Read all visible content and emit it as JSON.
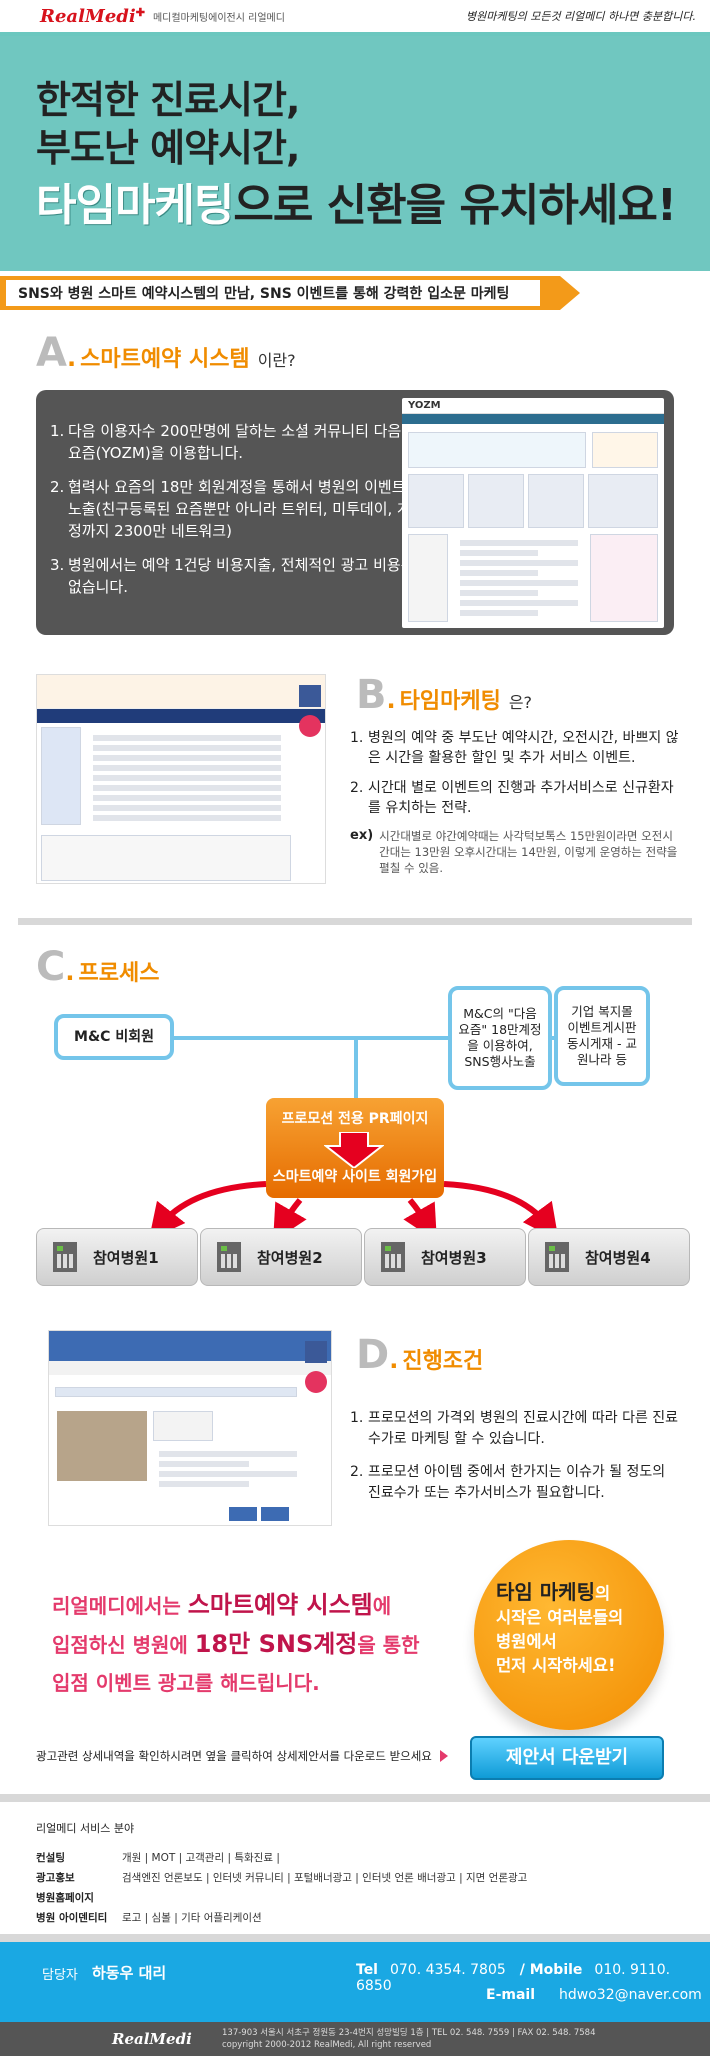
{
  "header": {
    "logo": "RealMedi",
    "logo_sub": "메디컬마케팅에이전시 리얼메디",
    "slogan": "병원마케팅의 모든것 리얼메디 하나면 충분합니다."
  },
  "hero": {
    "line1": "한적한 진료시간,",
    "line2": "부도난 예약시간,",
    "line3_highlight": "타임마케팅",
    "line3_rest": "으로 신환을 유치하세요!"
  },
  "ribbon": "SNS와 병원 스마트 예약시스템의 만남, SNS 이벤트를 통해 강력한 입소문 마케팅",
  "section_a": {
    "letter": "A",
    "title": "스마트예약 시스템",
    "suffix": "이란?",
    "items": [
      {
        "num": "1.",
        "text": "다음 이용자수 200만명에 달하는 소셜 커뮤니티 다음의 요즘(YOZM)을 이용합니다."
      },
      {
        "num": "2.",
        "text": "협력사 요즘의 18만 회원계정을 통해서 병원의 이벤트 노출(친구등록된 요즘뿐만 아니라 트위터, 미투데이, 계정까지 2300만 네트워크)"
      },
      {
        "num": "3.",
        "text": "병원에서는 예약 1건당 비용지출, 전체적인 광고 비용은 없습니다."
      }
    ],
    "shot_logo": "YOZM"
  },
  "section_b": {
    "letter": "B",
    "title": "타임마케팅",
    "suffix": "은?",
    "items": [
      {
        "num": "1.",
        "text": "병원의 예약 중 부도난 예약시간, 오전시간, 바쁘지 않은 시간을 활용한 할인 및 추가 서비스 이벤트."
      },
      {
        "num": "2.",
        "text": "시간대 별로 이벤트의 진행과 추가서비스로 신규환자를 유치하는 전략."
      }
    ],
    "ex_label": "ex)",
    "ex_text": "시간대별로 야간예약때는 사각턱보톡스 15만원이라면 오전시간대는 13만원 오후시간대는 14만원, 이렇게 운영하는 전략을 펼칠 수 있음."
  },
  "section_c": {
    "letter": "C",
    "title": "프로세스",
    "mc": "M&C 비회원",
    "yozm_box": "M&C의 \"다음 요즘\" 18만계정을 이용하여, SNS행사노출",
    "welfare_box": "기업 복지몰 이벤트게시판 동시게재 - 교원나라 등",
    "pr_top": "프로모션 전용 PR페이지",
    "pr_bottom": "스마트예약 사이트 회원가입",
    "hospitals": [
      "참여병원1",
      "참여병원2",
      "참여병원3",
      "참여병원4"
    ]
  },
  "section_d": {
    "letter": "D",
    "title": "진행조건",
    "items": [
      {
        "num": "1.",
        "text": "프로모션의 가격외 병원의 진료시간에 따라 다른 진료수가로 마케팅 할 수 있습니다."
      },
      {
        "num": "2.",
        "text": "프로모션 아이템 중에서 한가지는 이슈가 될 정도의 진료수가 또는 추가서비스가 필요합니다."
      }
    ]
  },
  "promo": {
    "p1": "리얼메디에서는 ",
    "p1_big": "스마트예약 시스템",
    "p1_end": "에",
    "p2": "입점하신 병원에 ",
    "p2_big": "18만 SNS계정",
    "p2_end": "을 통한",
    "p3": "입점 이벤트 광고를 해드립니다."
  },
  "circle": {
    "hl": "타임 마케팅",
    "l1_end": "의",
    "l2": "시작은 여러분들의",
    "l3": "병원에서",
    "l4": "먼저 시작하세요!"
  },
  "note": "광고관련 상세내역을 확인하시려면 옆을 클릭하여 상세제안서를 다운로드 받으세요",
  "download_button": "제안서 다운받기",
  "services": {
    "title": "리얼메디 서비스 분야",
    "rows": [
      {
        "k": "컨설팅",
        "v": "개원 | MOT | 고객관리 | 특화진료 |"
      },
      {
        "k": "광고홍보",
        "v": "검색엔진 언론보도 | 인터넷 커뮤니티 | 포털배너광고 | 인터넷 언론 배너광고 | 지면 언론광고"
      },
      {
        "k": "병원홈페이지",
        "v": ""
      },
      {
        "k": "병원 아이덴티티",
        "v": "로고 | 심볼 | 기타 어플리케이션"
      }
    ]
  },
  "contact": {
    "label": "담당자",
    "name": "하동우 대리",
    "tel_label": "Tel",
    "tel": "070. 4354. 7805",
    "mobile_label": "/ Mobile",
    "mobile": "010. 9110. 6850",
    "mail_label": "E-mail",
    "mail": "hdwo32@naver.com"
  },
  "footer": {
    "logo": "RealMedi",
    "address": "137-903 서울시 서초구 정원동 23-4번지 성망빌딩 1층 | TEL 02. 548. 7559 | FAX 02. 548. 7584",
    "copyright": "copyright 2000-2012 RealMedi, All right reserved"
  },
  "colors": {
    "teal": "#70c7c0",
    "orange": "#f08c00",
    "sky": "#1aa8e3",
    "pink": "#e43a6c"
  }
}
